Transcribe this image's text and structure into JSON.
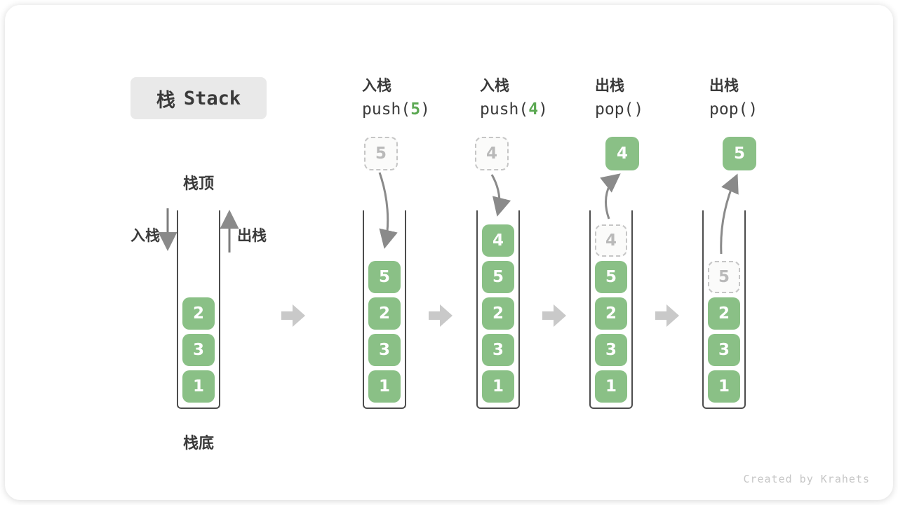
{
  "title": {
    "zh": "栈",
    "en": "Stack"
  },
  "labels": {
    "stack_top": "栈顶",
    "stack_bottom": "栈底",
    "push_side": "入栈",
    "pop_side": "出栈"
  },
  "operations": [
    {
      "zh": "入栈",
      "code_pre": "push(",
      "arg": "5",
      "code_post": ")"
    },
    {
      "zh": "入栈",
      "code_pre": "push(",
      "arg": "4",
      "code_post": ")"
    },
    {
      "zh": "出栈",
      "code_pre": "pop(",
      "arg": "",
      "code_post": ")"
    },
    {
      "zh": "出栈",
      "code_pre": "pop(",
      "arg": "",
      "code_post": ")"
    }
  ],
  "stacks": [
    {
      "name": "initial-stack",
      "cells": [
        {
          "value": "2",
          "row": 2,
          "style": "solid"
        },
        {
          "value": "3",
          "row": 3,
          "style": "solid"
        },
        {
          "value": "1",
          "row": 4,
          "style": "solid"
        }
      ],
      "floating": null
    },
    {
      "name": "after-push-5",
      "cells": [
        {
          "value": "5",
          "row": 1,
          "style": "solid"
        },
        {
          "value": "2",
          "row": 2,
          "style": "solid"
        },
        {
          "value": "3",
          "row": 3,
          "style": "solid"
        },
        {
          "value": "1",
          "row": 4,
          "style": "solid"
        }
      ],
      "floating": {
        "value": "5",
        "style": "dashed"
      }
    },
    {
      "name": "after-push-4",
      "cells": [
        {
          "value": "4",
          "row": 0,
          "style": "solid"
        },
        {
          "value": "5",
          "row": 1,
          "style": "solid"
        },
        {
          "value": "2",
          "row": 2,
          "style": "solid"
        },
        {
          "value": "3",
          "row": 3,
          "style": "solid"
        },
        {
          "value": "1",
          "row": 4,
          "style": "solid"
        }
      ],
      "floating": {
        "value": "4",
        "style": "dashed"
      }
    },
    {
      "name": "after-pop-4",
      "cells": [
        {
          "value": "4",
          "row": 0,
          "style": "dashed"
        },
        {
          "value": "5",
          "row": 1,
          "style": "solid"
        },
        {
          "value": "2",
          "row": 2,
          "style": "solid"
        },
        {
          "value": "3",
          "row": 3,
          "style": "solid"
        },
        {
          "value": "1",
          "row": 4,
          "style": "solid"
        }
      ],
      "floating": {
        "value": "4",
        "style": "solid"
      }
    },
    {
      "name": "after-pop-5",
      "cells": [
        {
          "value": "5",
          "row": 1,
          "style": "dashed"
        },
        {
          "value": "2",
          "row": 2,
          "style": "solid"
        },
        {
          "value": "3",
          "row": 3,
          "style": "solid"
        },
        {
          "value": "1",
          "row": 4,
          "style": "solid"
        }
      ],
      "floating": {
        "value": "5",
        "style": "solid"
      }
    }
  ],
  "watermark": "Created by Krahets",
  "colors": {
    "element_green": "#8AC086",
    "code_arg_green": "#5BA852",
    "curve_arrow_gray": "#8a8a8a",
    "block_arrow_gray": "#c9c9c9",
    "text_dark": "#3a3a3a"
  }
}
